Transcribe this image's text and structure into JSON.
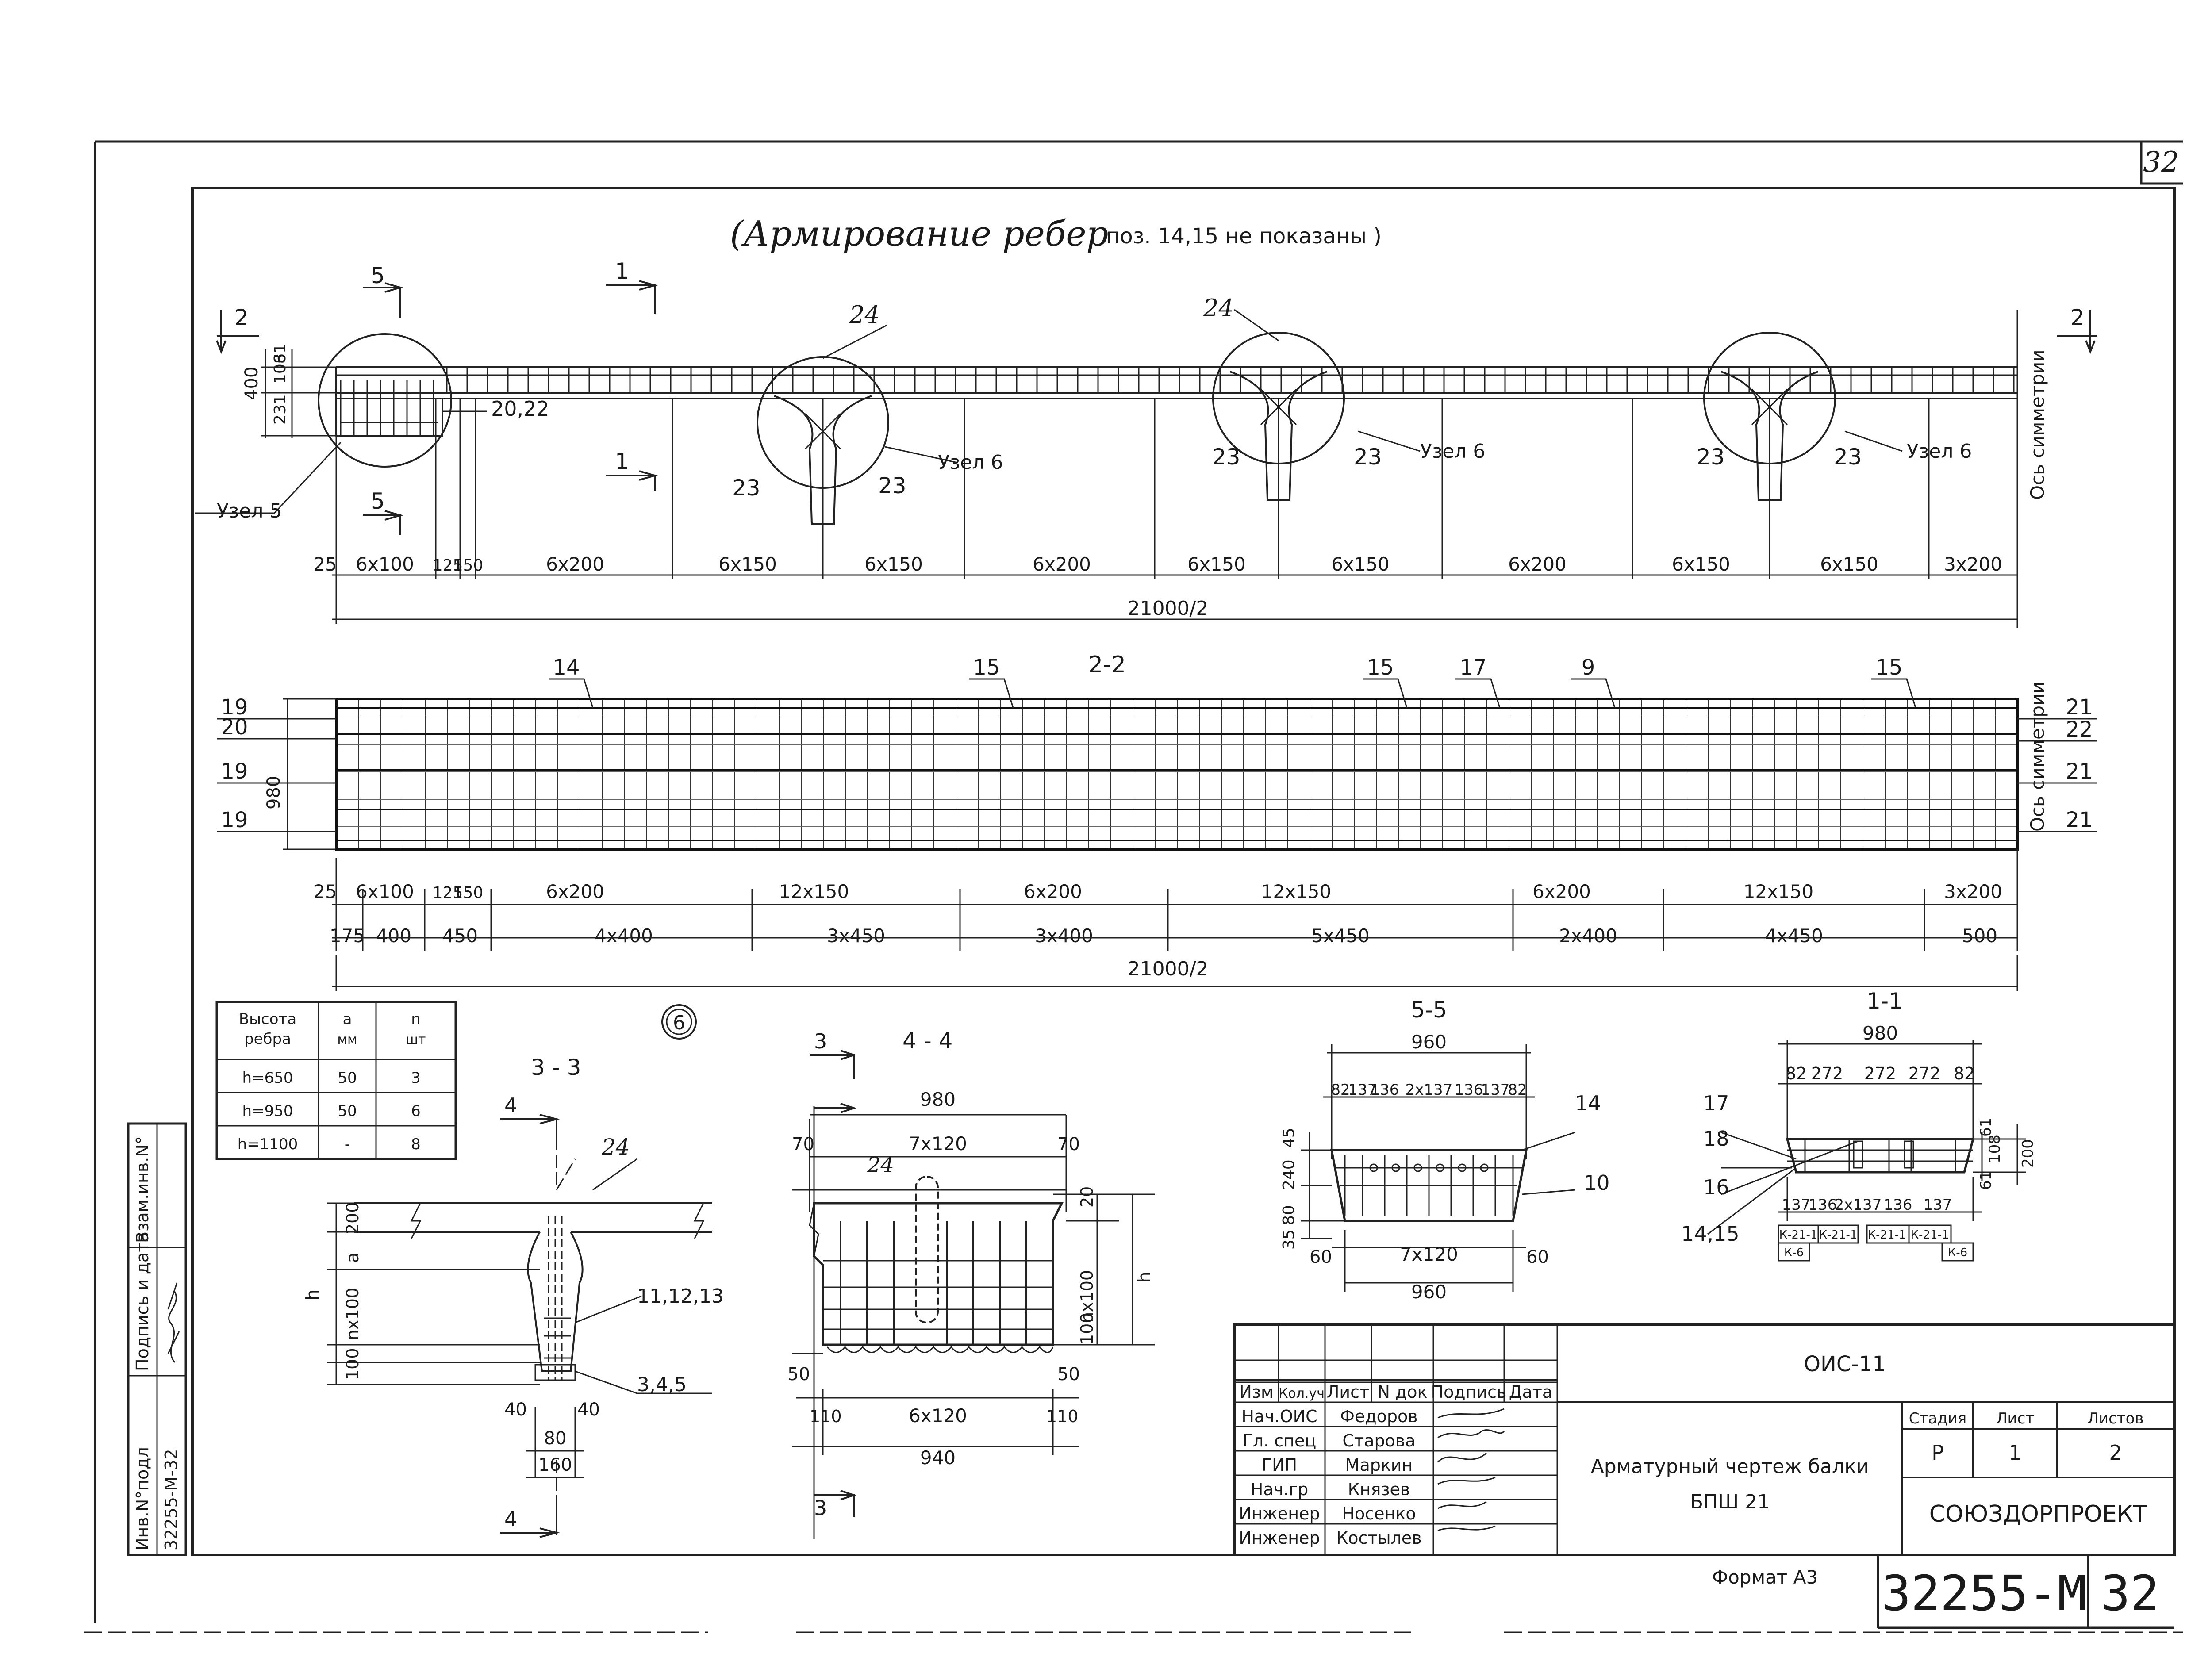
{
  "sheet_number": "32",
  "doc_code": "32255-М",
  "format_label": "Формат А3",
  "title_note": {
    "main": "(Армирование ребер",
    "sub": "поз. 14,15 не показаны )"
  },
  "top_view": {
    "section_markers": {
      "s5": "5",
      "s1": "1",
      "s2": "2"
    },
    "dims_v": {
      "h400": "400",
      "h231": "231",
      "h108": "108",
      "h61": "61"
    },
    "labels": {
      "l24": "24",
      "l23": "23",
      "l2022": "20,22",
      "node5": "Узел 5",
      "node6": "Узел 6",
      "axis": "Ось симметрии"
    },
    "spacing_row": [
      "25",
      "6х100",
      "125",
      "150",
      "6х200",
      "6х150",
      "6х150",
      "6х200",
      "6х150",
      "6х150",
      "6х200",
      "6х150",
      "6х150",
      "3х200"
    ],
    "total": "21000/2"
  },
  "plan_2_2": {
    "title": "2-2",
    "top_labels": [
      "14",
      "15",
      "15",
      "17",
      "9",
      "15"
    ],
    "left_labels": [
      "19",
      "20",
      "19",
      "19"
    ],
    "left_dim": "980",
    "right_labels": [
      "21",
      "22",
      "21",
      "21"
    ],
    "axis": "Ось симметрии",
    "row1": [
      "25",
      "6х100",
      "125",
      "150",
      "6х200",
      "12х150",
      "6х200",
      "12х150",
      "6х200",
      "12х150",
      "3х200"
    ],
    "row2": [
      "175",
      "400",
      "450",
      "4х400",
      "3х450",
      "3х400",
      "5х450",
      "2х400",
      "4х450",
      "500"
    ],
    "total": "21000/2"
  },
  "table": {
    "headers": [
      "Высота ребра",
      "а мм",
      "n шт"
    ],
    "rows": [
      [
        "h=650",
        "50",
        "3"
      ],
      [
        "h=950",
        "50",
        "6"
      ],
      [
        "h=1100",
        "-",
        "8"
      ]
    ]
  },
  "node_mark": "6",
  "sec33": {
    "title": "3 - 3",
    "marker": "4",
    "labels": {
      "l24": "24",
      "l1113": "11,12,13",
      "l345": "3,4,5"
    },
    "dims": {
      "d200": "200",
      "da": "a",
      "dn": "nх100",
      "d100": "100",
      "dh": "h",
      "d40a": "40",
      "d40b": "40",
      "d80": "80",
      "d160": "160"
    }
  },
  "sec44": {
    "title": "4 - 4",
    "marker": "3",
    "labels": {
      "l24": "24"
    },
    "dims": {
      "d980": "980",
      "d70a": "70",
      "d7x120": "7х120",
      "d70b": "70",
      "d20": "20",
      "dh": "h",
      "dn": "nх100",
      "d100": "100",
      "d50a": "50",
      "d50b": "50",
      "d110a": "110",
      "d6x120": "6х120",
      "d110b": "110",
      "d940": "940"
    }
  },
  "sec55": {
    "title": "5-5",
    "dims": {
      "d960a": "960",
      "d960b": "960",
      "d7x120": "7х120",
      "d60a": "60",
      "d60b": "60",
      "d45": "45",
      "d240": "240",
      "d35": "35",
      "d80": "80"
    },
    "top_row": [
      "82",
      "137",
      "136",
      "2х137",
      "136",
      "137",
      "82"
    ],
    "labels": {
      "l14": "14",
      "l10": "10"
    }
  },
  "sec11": {
    "title": "1-1",
    "dims": {
      "d980": "980",
      "d61a": "61",
      "d108": "108",
      "d61b": "61",
      "d200": "200"
    },
    "top_row": [
      "82",
      "272",
      "272",
      "272",
      "82"
    ],
    "bottom_row": [
      "137",
      "136",
      "2х137",
      "136",
      "137"
    ],
    "labels": {
      "l17": "17",
      "l18": "18",
      "l16": "16",
      "l1415": "14,15"
    },
    "marks": [
      "К-21-1",
      "К-21-1",
      "К-21-1",
      "К-21-1",
      "К-6",
      "К-6"
    ]
  },
  "side_stamp": {
    "cells": [
      "Инв.N°подл",
      "Подпись и дата",
      "Взам.инв.N°"
    ],
    "values": [
      "32255-М-32",
      "",
      ""
    ]
  },
  "title_block": {
    "headers": [
      "Изм",
      "Кол.уч",
      "Лист",
      "N док",
      "Подпись",
      "Дата"
    ],
    "people": [
      [
        "Нач.ОИС",
        "Федоров"
      ],
      [
        "Гл. спец",
        "Старова"
      ],
      [
        "ГИП",
        "Маркин"
      ],
      [
        "Нач.гр",
        "Князев"
      ],
      [
        "Инженер",
        "Носенко"
      ],
      [
        "Инженер",
        "Костылев"
      ]
    ],
    "dept": "ОИС-11",
    "drawing_title_1": "Арматурный чертеж балки",
    "drawing_title_2": "БПШ 21",
    "stage_headers": [
      "Стадия",
      "Лист",
      "Листов"
    ],
    "stage_values": [
      "Р",
      "1",
      "2"
    ],
    "org": "СОЮЗДОРПРОЕКТ"
  }
}
